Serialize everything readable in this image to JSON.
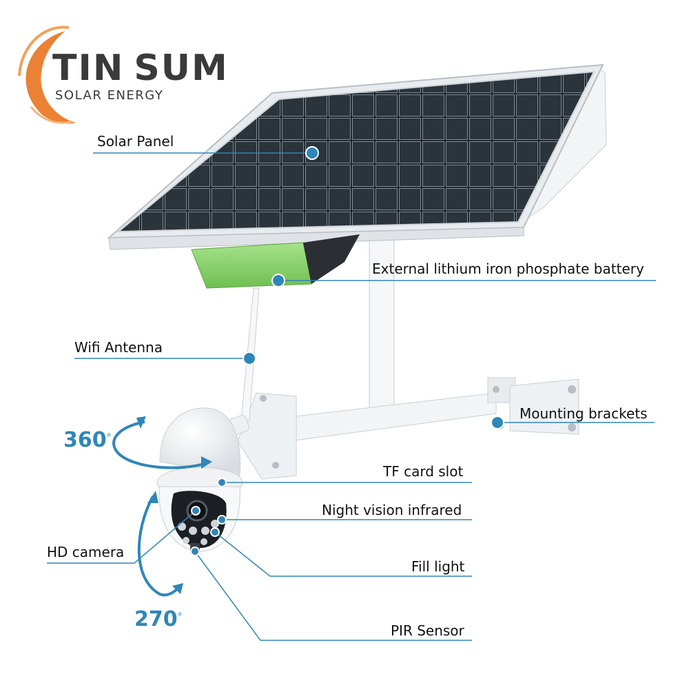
{
  "brand": {
    "name_part1": "TIN",
    "name_part2": "SUM",
    "tagline": "SOLAR ENERGY",
    "orange": "#e8731f",
    "dark": "#3a3a3a"
  },
  "colors": {
    "callout_blue": "#2f86b8",
    "battery_green": "#8ad46a"
  },
  "callouts": {
    "solar_panel": "Solar Panel",
    "battery": "External lithium iron phosphate battery",
    "wifi_antenna": "Wifi Antenna",
    "mounting_brackets": "Mounting brackets",
    "tf_card_slot": "TF card slot",
    "night_vision": "Night vision infrared",
    "hd_camera": "HD camera",
    "fill_light": "Fill light",
    "pir_sensor": "PIR Sensor"
  },
  "rotation": {
    "pan_value": "360",
    "tilt_value": "270",
    "degree_symbol": "°"
  }
}
